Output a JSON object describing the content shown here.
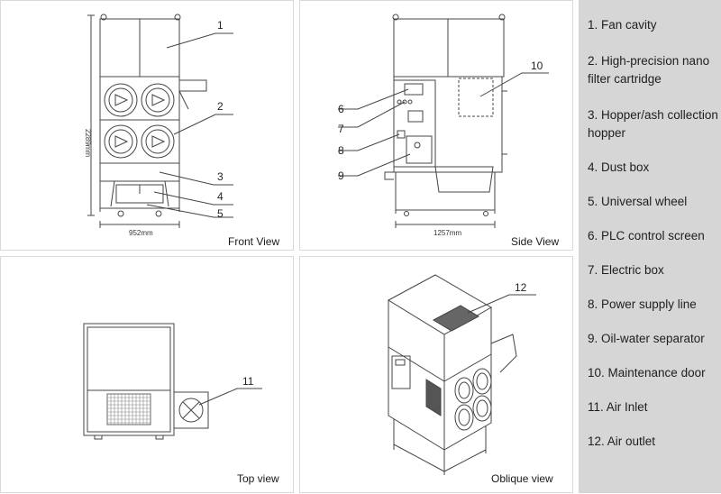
{
  "views": {
    "front": {
      "label": "Front View",
      "height_dim": "2289mm",
      "width_dim": "952mm"
    },
    "side": {
      "label": "Side View",
      "width_dim": "1257mm"
    },
    "top": {
      "label": "Top view"
    },
    "oblique": {
      "label": "Oblique view"
    }
  },
  "callouts": {
    "front": [
      "1",
      "2",
      "3",
      "4",
      "5"
    ],
    "side": [
      "6",
      "7",
      "8",
      "9",
      "10"
    ],
    "top": [
      "11"
    ],
    "oblique": [
      "12"
    ]
  },
  "legend": {
    "items": [
      {
        "label": "1. Fan cavity"
      },
      {
        "label": "2. High-precision nano filter cartridge"
      },
      {
        "label": "3. Hopper/ash collection hopper"
      },
      {
        "label": "4. Dust box"
      },
      {
        "label": "5. Universal wheel"
      },
      {
        "label": "6. PLC control screen"
      },
      {
        "label": "7. Electric box"
      },
      {
        "label": "8. Power supply line"
      },
      {
        "label": "9. Oil-water separator"
      },
      {
        "label": "10. Maintenance door"
      },
      {
        "label": "11. Air Inlet"
      },
      {
        "label": "12. Air outlet"
      }
    ]
  }
}
